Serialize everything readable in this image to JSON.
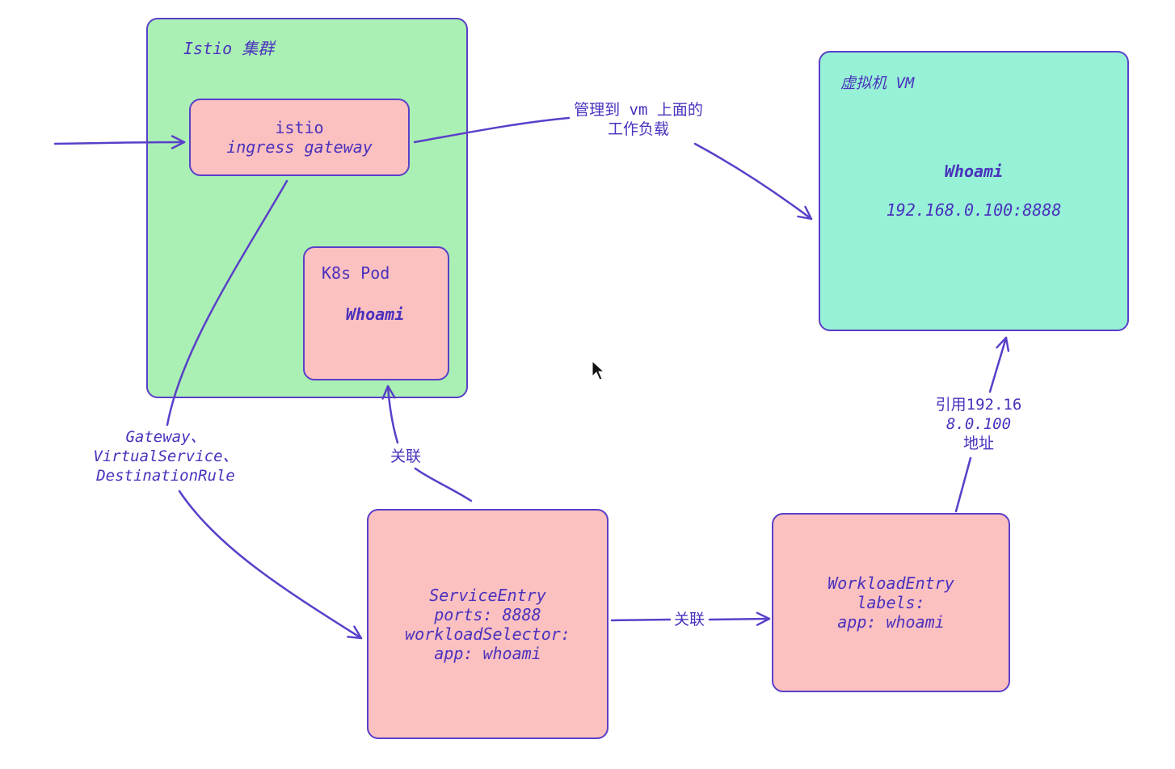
{
  "colors": {
    "stroke": "#5a3fc9",
    "text": "#4a31bd",
    "cluster_fill": "#aaf0b4",
    "node_fill": "#fbc0c0",
    "vm_fill": "#96f1d6",
    "background": "#ffffff"
  },
  "nodes": {
    "istio_cluster": {
      "label": "Istio 集群"
    },
    "ingress_gateway": {
      "lines": [
        "istio",
        "ingress gateway"
      ]
    },
    "k8s_pod": {
      "title": "K8s Pod",
      "name": "Whoami"
    },
    "vm": {
      "title": "虚拟机 VM",
      "name": "Whoami",
      "address": "192.168.0.100:8888"
    },
    "service_entry": {
      "lines": [
        "ServiceEntry",
        "ports: 8888",
        "workloadSelector:",
        "app: whoami"
      ]
    },
    "workload_entry": {
      "lines": [
        "WorkloadEntry",
        "labels:",
        "app: whoami"
      ]
    }
  },
  "edges": {
    "gateway_to_vm": {
      "label_lines": [
        "管理到 vm 上面的",
        "工作负载"
      ]
    },
    "gateway_to_service_entry": {
      "label_lines": [
        "Gateway、",
        "VirtualService、",
        "DestinationRule"
      ]
    },
    "service_entry_to_pod": {
      "label": "关联"
    },
    "service_entry_to_workload_entry": {
      "label": "关联"
    },
    "workload_entry_to_vm": {
      "label_lines": [
        "引用192.16",
        "8.0.100",
        "地址"
      ]
    }
  }
}
